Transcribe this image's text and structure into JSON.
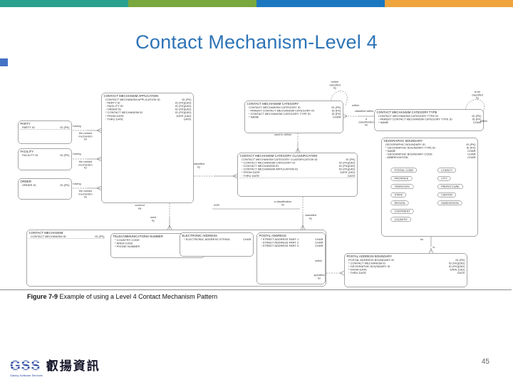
{
  "slide": {
    "title": "Contact Mechanism-Level 4",
    "title_color": "#2e74b6",
    "page_number": "45",
    "caption": {
      "label": "Figure 7-9",
      "text": " Example of using a Level 4 Contact Mechanism Pattern"
    },
    "top_bar_colors": [
      "#2aa18f",
      "#79a83e",
      "#1b78c0",
      "#f0a43c"
    ]
  },
  "logo": {
    "gss": "GSS",
    "subtext": "Galaxy Software Services",
    "cjk": "叡揚資訊"
  },
  "entities": {
    "app": {
      "title": "CONTACT MECHANISM APPLICATION",
      "attrs": [
        [
          "CONTACT MECHANISM APPLICATION ID",
          "ID (PK)"
        ],
        [
          "◦ PARTY ID",
          "ID (FK)(UID)"
        ],
        [
          "◦ FACILITY ID",
          "ID (FK)(UID)"
        ],
        [
          "◦ ORDER ID",
          "ID (FK)(UID)"
        ],
        [
          "* CONTACT MECHANISM ID",
          "ID (FK)(UID)"
        ],
        [
          "* FROM DATE",
          "DATE (UID)"
        ],
        [
          "◦ THRU DATE",
          "DATE"
        ]
      ]
    },
    "party": {
      "title": "PARTY",
      "attrs": [
        [
          "PARTY ID",
          "ID (PK)"
        ]
      ]
    },
    "facility": {
      "title": "FACILITY",
      "attrs": [
        [
          "FACILITY ID",
          "ID (PK)"
        ]
      ]
    },
    "order": {
      "title": "ORDER",
      "attrs": [
        [
          "ORDER ID",
          "ID (PK)"
        ]
      ]
    },
    "category": {
      "title": "CONTACT MECHANISM CATEGORY",
      "attrs": [
        [
          "CONTACT MECHANISM CATEGORY ID",
          "ID (PK)"
        ],
        [
          "◦ PARENT CONTACT MECHANISM CATEGORY ID",
          "ID (FK)"
        ],
        [
          "* CONTACT MECHANISM CATEGORY TYPE ID",
          "ID (FK)"
        ],
        [
          "* NAME",
          "CHAR"
        ]
      ]
    },
    "categoryType": {
      "title": "CONTACT MECHANISM CATEGORY TYPE",
      "attrs": [
        [
          "CONTACT MECHANISM CATEGORY TYPE ID",
          "ID (PK)"
        ],
        [
          "◦ PARENT CONTACT MECHANISM CATEGORY TYPE ID",
          "ID (FK)"
        ],
        [
          "* NAME",
          "CHAR"
        ]
      ]
    },
    "classification": {
      "title": "CONTACT MECHANISM CATEGORY CLASSIFICATION",
      "attrs": [
        [
          "CONTACT MECHANISM CATEGORY CLASSIFICATION ID",
          "ID (PK)"
        ],
        [
          "* CONTACT MECHANISM CATEGORY ID",
          "ID (FK)(UID)"
        ],
        [
          "◦ CONTACT MECHANISM ID",
          "ID (FK)(UID)"
        ],
        [
          "◦ CONTACT MECHANISM APPLICATION ID",
          "ID (FK)(UID)"
        ],
        [
          "* FROM DATE",
          "DATE (UID)"
        ],
        [
          "◦ THRU DATE",
          "DATE"
        ]
      ]
    },
    "geo": {
      "title": "GEOGRAPHIC BOUNDARY",
      "attrs": [
        [
          "GEOGRAPHIC BOUNDARY ID",
          "ID (PK)"
        ],
        [
          "* GEOGRAPHIC BOUNDARY TYPE ID",
          "ID (FK)"
        ],
        [
          "* NAME",
          "CHAR"
        ],
        [
          "◦ GEOGRAPHIC BOUNDARY CODE",
          "CHAR"
        ],
        [
          "◦ ABBREVIATION",
          "CHAR"
        ]
      ],
      "subtypes_left": [
        "POSTAL CODE",
        "PROVINCE",
        "TERRITORY",
        "STATE",
        "REGION",
        "CONTINENT",
        "COUNTRY"
      ],
      "subtypes_right": [
        "COUNTY",
        "CITY",
        "PREFECTURE",
        "CANTON",
        "SUBDIVISION"
      ]
    },
    "cm": {
      "title": "CONTACT MECHANISM",
      "attrs": [
        [
          "CONTACT MECHANISM ID",
          "ID (PK)"
        ]
      ]
    },
    "telecom": {
      "title": "TELECOMMUNICATIONS NUMBER",
      "attrs": [
        [
          "* COUNTRY CODE",
          "CHAR"
        ],
        [
          "* AREA CODE",
          "CHAR"
        ],
        [
          "* PHONE NUMBER",
          "CHAR"
        ]
      ]
    },
    "eaddr": {
      "title": "ELECTRONIC ADDRESS",
      "attrs": [
        [
          "* ELECTRONIC ADDRESS STRING",
          "CHAR"
        ]
      ]
    },
    "paddr": {
      "title": "POSTAL ADDRESS",
      "attrs": [
        [
          "* STREET ADDRESS PART 1",
          "CHAR"
        ],
        [
          "◦ STREET ADDRESS PART 2",
          "CHAR"
        ],
        [
          "◦ STREET ADDRESS PART 3",
          "CHAR"
        ]
      ]
    },
    "pab": {
      "title": "POSTAL ADDRESS BOUNDARY",
      "attrs": [
        [
          "POSTAL ADDRESS BOUNDARY ID",
          "ID (PK)"
        ],
        [
          "* CONTACT MECHANISM ID",
          "ID (FK)(UID)"
        ],
        [
          "* GEOGRAPHIC BOUNDARY ID",
          "ID (FK)(UID)"
        ],
        [
          "* FROM DATE",
          "DATE (UID)"
        ],
        [
          "◦ THRU DATE",
          "DATE"
        ]
      ]
    }
  },
  "labels": {
    "having_party": "having",
    "cm_for_party": "the contact\nmechanism\nfor",
    "having_facility": "having",
    "cm_for_facility": "the contact\nmechanism\nfor",
    "having_order": "having",
    "cm_for_order": "the contact\nmechanism\nfor",
    "covered_via": "covered\nvia",
    "used_by": "used\nby",
    "classified_by_app": "classified\nby",
    "used_to_define": "used to define",
    "a_classification_for_app": "a classification\nfor",
    "xor": "XOR",
    "classified_by_cm": "classified\nby",
    "further_classified_by": "further\nclassified\nby",
    "within_cat": "within",
    "classified_within": "classified within",
    "a_classification_for_cat": "a\nclassification\nfor",
    "to_be_classified_by": "to be\nclassified\nby",
    "within_type": "within",
    "for_geo": "for",
    "in_geo": "in",
    "within_pab": "within",
    "specified_for": "specified\nfor"
  }
}
